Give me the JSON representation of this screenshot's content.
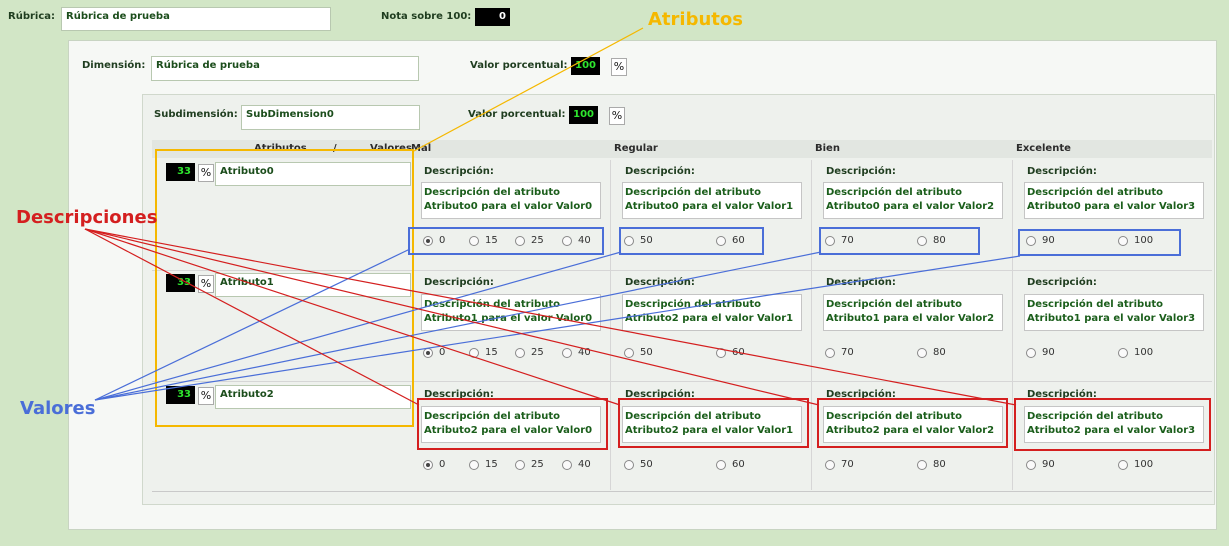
{
  "header": {
    "rubrica_label": "Rúbrica:",
    "rubrica_value": "Rúbrica de prueba",
    "nota_label": "Nota sobre 100:",
    "nota_value": "0"
  },
  "dimension": {
    "label": "Dimensión:",
    "value": "Rúbrica de prueba",
    "pct_label": "Valor porcentual:",
    "pct_value": "100"
  },
  "subdimension": {
    "label": "Subdimensión:",
    "value": "SubDimension0",
    "pct_label": "Valor porcentual:",
    "pct_value": "100"
  },
  "table_header": {
    "atributos": "Atributos",
    "slash": "/",
    "valores": "Valores",
    "columns": [
      "Mal",
      "Regular",
      "Bien",
      "Excelente"
    ]
  },
  "desc_label": "Descripción:",
  "percent_icon": "percent-icon",
  "rows": [
    {
      "weight": "33",
      "name": "Atributo0",
      "cells": [
        {
          "desc": "Descripción del atributo Atributo0 para el valor Valor0",
          "options": [
            "0",
            "15",
            "25",
            "40"
          ],
          "selected": 0
        },
        {
          "desc": "Descripción del atributo Atributo0 para el valor Valor1",
          "options": [
            "50",
            "60"
          ]
        },
        {
          "desc": "Descripción del atributo Atributo0 para el valor Valor2",
          "options": [
            "70",
            "80"
          ]
        },
        {
          "desc": "Descripción del atributo Atributo0 para el valor Valor3",
          "options": [
            "90",
            "100"
          ]
        }
      ]
    },
    {
      "weight": "33",
      "name": "Atributo1",
      "cells": [
        {
          "desc": "Descripción del atributo Atributo1 para el valor Valor0",
          "options": [
            "0",
            "15",
            "25",
            "40"
          ],
          "selected": 0
        },
        {
          "desc": "Descripción del atributo Atributo2 para el valor Valor1",
          "options": [
            "50",
            "60"
          ]
        },
        {
          "desc": "Descripción del atributo Atributo1 para el valor Valor2",
          "options": [
            "70",
            "80"
          ]
        },
        {
          "desc": "Descripción del atributo Atributo1 para el valor Valor3",
          "options": [
            "90",
            "100"
          ]
        }
      ]
    },
    {
      "weight": "33",
      "name": "Atributo2",
      "cells": [
        {
          "desc": "Descripción del atributo Atributo2 para el valor Valor0",
          "options": [
            "0",
            "15",
            "25",
            "40"
          ],
          "selected": 0
        },
        {
          "desc": "Descripción del atributo Atributo2 para el valor Valor1",
          "options": [
            "50",
            "60"
          ]
        },
        {
          "desc": "Descripción del atributo Atributo2 para el valor Valor2",
          "options": [
            "70",
            "80"
          ]
        },
        {
          "desc": "Descripción del atributo Atributo2 para el valor Valor3",
          "options": [
            "90",
            "100"
          ]
        }
      ]
    }
  ],
  "annotations": {
    "atributos": "Atributos",
    "descripciones": "Descripciones",
    "valores": "Valores",
    "colors": {
      "atributos": "#f5b800",
      "descripciones": "#d41f1f",
      "valores": "#4a6ed8"
    }
  },
  "colors": {
    "page_bg": "#d2e6c6",
    "panel_bg": "#f5f7f4",
    "value_green": "#2ee62e"
  }
}
